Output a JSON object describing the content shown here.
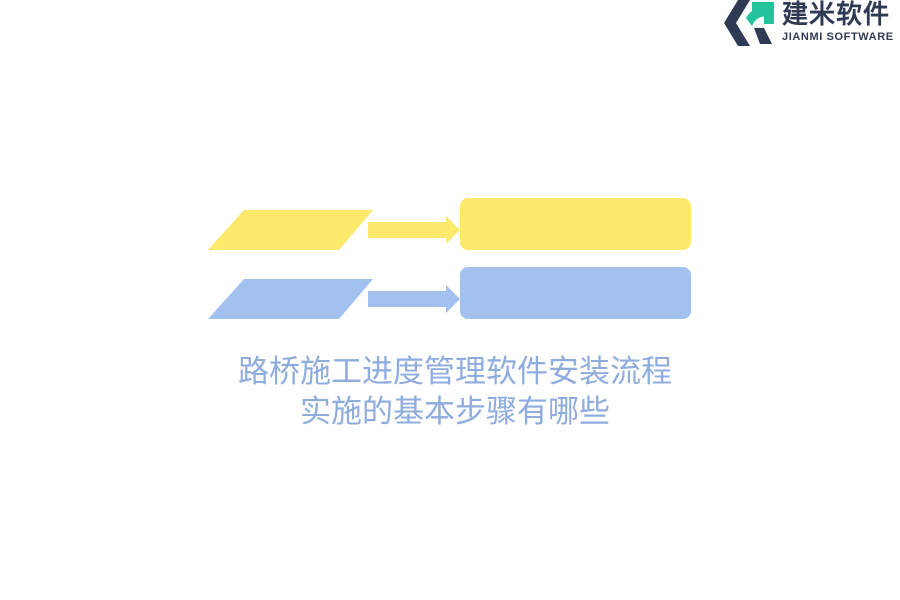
{
  "brand": {
    "name_cn": "建米软件",
    "name_en": "JIANMI SOFTWARE",
    "icon": "jianmi-logo-icon",
    "colors": {
      "dark": "#2f3b55",
      "green": "#22c39a"
    }
  },
  "diagram": {
    "rows": [
      {
        "color": "#fde96c"
      },
      {
        "color": "#a2c1ef"
      }
    ]
  },
  "title": {
    "line1": "路桥施工进度管理软件安装流程",
    "line2": "实施的基本步骤有哪些",
    "color": "#8eacde"
  }
}
